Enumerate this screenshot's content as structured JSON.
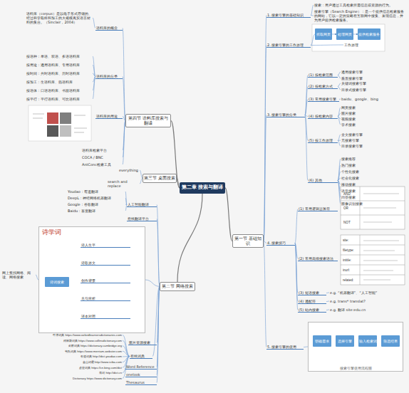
{
  "diagram": {
    "nodes": [
      {
        "text": [
          "第二章 搜索与翻译"
        ]
      },
      {
        "text": [
          "第一节 基础知识"
        ]
      },
      {
        "text": [
          "第二节 网络搜索"
        ]
      },
      {
        "text": [
          "第三节 桌面搜索"
        ]
      },
      {
        "text": [
          "第四节 语料库搜索与翻译"
        ]
      },
      {
        "text": [
          "1. 搜索引擎的基础知识"
        ]
      },
      {
        "text": [
          "搜索：用户通过工具检索所需信息或资源的行为。"
        ]
      },
      {
        "text": [
          "搜索引擎（Search Engine）：是一个提供信息检索服务的网站，它以一定的策略在互联网中搜集、发现信息，并为用户提供检索服务。"
        ]
      },
      {
        "text": [
          "2. 搜索引擎的工作原理"
        ]
      },
      {
        "text": [
          "抓取网页"
        ]
      },
      {
        "text": [
          "处理网页"
        ]
      },
      {
        "text": [
          "提供检索服务"
        ]
      },
      {
        "text": [
          "工作原理"
        ]
      },
      {
        "text": [
          "3. 搜索引擎的分类"
        ]
      },
      {
        "text": [
          "(1) 按检索范围"
        ]
      },
      {
        "text": [
          "通用搜索引擎"
        ]
      },
      {
        "text": [
          "垂直搜索引擎"
        ]
      },
      {
        "text": [
          "(2) 按检索方式"
        ]
      },
      {
        "text": [
          "关键词搜索引擎"
        ]
      },
      {
        "text": [
          "目录式搜索引擎"
        ]
      },
      {
        "text": [
          "(3) 常用搜索引擎"
        ]
      },
      {
        "text": [
          "baidu、google、bing"
        ]
      },
      {
        "text": [
          "(4) 按检索内容"
        ]
      },
      {
        "text": [
          "网页搜索"
        ]
      },
      {
        "text": [
          "图片搜索"
        ]
      },
      {
        "text": [
          "视频搜索"
        ]
      },
      {
        "text": [
          "学术搜索"
        ]
      },
      {
        "text": [
          "(5) 按工作原理"
        ]
      },
      {
        "text": [
          "全文搜索引擎"
        ]
      },
      {
        "text": [
          "元搜索引擎"
        ]
      },
      {
        "text": [
          "目录搜索引擎"
        ]
      },
      {
        "text": [
          "(6) 其他"
        ]
      },
      {
        "text": [
          "搜索推荐"
        ]
      },
      {
        "text": [
          "热门搜索"
        ]
      },
      {
        "text": [
          "个性化搜索"
        ]
      },
      {
        "text": [
          "社会化搜索"
        ]
      },
      {
        "text": [
          "移动搜索"
        ]
      },
      {
        "text": [
          "语音搜索"
        ]
      },
      {
        "text": [
          "问答搜索"
        ]
      },
      {
        "text": [
          "图像识别搜索"
        ]
      },
      {
        "text": [
          "4. 搜索技巧"
        ]
      },
      {
        "text": [
          "(1) 常用逻辑运算符"
        ]
      },
      {
        "text": [
          "(2) 常用高级搜索语法"
        ]
      },
      {
        "text": [
          "(3) 短语搜索"
        ]
      },
      {
        "text": [
          "e.g. “机器翻译”、“人工智能”"
        ]
      },
      {
        "text": [
          "(4) 通配符"
        ]
      },
      {
        "text": [
          "e.g. trans* translat?"
        ]
      },
      {
        "text": [
          "(5) 站内搜索"
        ]
      },
      {
        "text": [
          "e.g. 翻译 site:edu.cn"
        ]
      },
      {
        "text": [
          "5. 搜索引擎的使用"
        ]
      },
      {
        "text": [
          "搜索引擎使用流程图"
        ]
      },
      {
        "text": [
          "明确需求"
        ],
        "in": 50
      },
      {
        "text": [
          "选择引擎"
        ],
        "in": 50
      },
      {
        "text": [
          "输入检索词"
        ],
        "in": 50
      },
      {
        "text": [
          "筛选结果"
        ],
        "in": 50
      },
      {
        "text": [
          "语料库的概念"
        ]
      },
      {
        "text": [
          "语料库（corpus）是以电子形式存储的、经过科学取样和加工的大规模真实语言材料的集合。（Sinclair，2004）"
        ]
      },
      {
        "text": [
          "语料库的分类"
        ]
      },
      {
        "text": [
          "按语种：单语、双语、多语语料库"
        ]
      },
      {
        "text": [
          "按用途：通用语料库、专用语料库"
        ]
      },
      {
        "text": [
          "按时间：共时语料库、历时语料库"
        ]
      },
      {
        "text": [
          "按加工：生语料库、熟语料库"
        ]
      },
      {
        "text": [
          "按语体：口语语料库、书面语料库"
        ]
      },
      {
        "text": [
          "按平行：平行语料库、可比语料库"
        ]
      },
      {
        "text": [
          "语料库的用途"
        ]
      },
      {
        "text": [
          "语料库检索平台"
        ]
      },
      {
        "text": [
          "COCA / BNC"
        ]
      },
      {
        "text": [
          "AntConc检索工具"
        ]
      },
      {
        "text": [
          "everything"
        ]
      },
      {
        "text": [
          "search and replace"
        ]
      },
      {
        "text": [
          "人工智能翻译"
        ]
      },
      {
        "text": [
          "Youdao：有道翻译"
        ]
      },
      {
        "text": [
          "DeepL：神经网络机器翻译"
        ]
      },
      {
        "text": [
          "Google：谷歌翻译"
        ]
      },
      {
        "text": [
          "Baidu：百度翻译"
        ]
      },
      {
        "text": [
          "在线翻译平台"
        ]
      },
      {
        "text": [
          "诗学词"
        ]
      },
      {
        "text": [
          "诗词搜索"
        ],
        "in": 76
      },
      {
        "text": [
          "诗人生平"
        ],
        "in": 76
      },
      {
        "text": [
          "诗歌原文"
        ],
        "in": 76
      },
      {
        "text": [
          "创作背景"
        ],
        "in": 76
      },
      {
        "text": [
          "名句赏析"
        ],
        "in": 76
      },
      {
        "text": [
          "译本对照"
        ],
        "in": 76
      },
      {
        "text": [
          "网上查找网络、阅读、网络搜索"
        ]
      },
      {
        "text": [
          "图片资源搜索"
        ]
      },
      {
        "text": [
          "在线词典"
        ]
      },
      {
        "text": [
          "牛津词典 https://www.oxfordlearnersdictionaries.com"
        ]
      },
      {
        "text": [
          "柯林斯词典 https://www.collinsdictionary.com"
        ]
      },
      {
        "text": [
          "剑桥词典 https://dictionary.cambridge.org"
        ]
      },
      {
        "text": [
          "韦氏词典 https://www.merriam-webster.com"
        ]
      },
      {
        "text": [
          "有道词典 http://dict.youdao.com"
        ]
      },
      {
        "text": [
          "金山词霸 http://www.iciba.com"
        ]
      },
      {
        "text": [
          "必应词典 https://cn.bing.com/dict"
        ]
      },
      {
        "text": [
          "海词 http://dict.cn"
        ]
      },
      {
        "text": [
          "Dictionary https://www.dictionary.com"
        ]
      },
      {
        "text": [
          "Word Reference"
        ]
      },
      {
        "text": [
          "onelook"
        ]
      },
      {
        "text": [
          "Thesaurus"
        ]
      }
    ],
    "edges": [
      {
        "from": 0,
        "to": 1,
        "arrow": "none"
      },
      {
        "from": 0,
        "to": 2,
        "arrow": "none"
      },
      {
        "from": 0,
        "to": 3,
        "arrow": "none"
      },
      {
        "from": 0,
        "to": 4,
        "arrow": "none"
      },
      {
        "from": 1,
        "to": 5,
        "arrow": "none"
      },
      {
        "from": 1,
        "to": 8,
        "arrow": "none"
      },
      {
        "from": 1,
        "to": 13,
        "arrow": "none"
      },
      {
        "from": 1,
        "to": 40,
        "arrow": "none"
      },
      {
        "from": 1,
        "to": 49,
        "arrow": "none"
      },
      {
        "from": 5,
        "to": 6,
        "arrow": "none"
      },
      {
        "from": 5,
        "to": 7,
        "arrow": "none"
      },
      {
        "from": 8,
        "to": 9,
        "arrow": "none"
      },
      {
        "from": 9,
        "to": 10,
        "arrow": "to"
      },
      {
        "from": 10,
        "to": 11,
        "arrow": "to"
      },
      {
        "from": 8,
        "to": 12,
        "arrow": "none"
      },
      {
        "from": 13,
        "to": 14,
        "arrow": "none"
      },
      {
        "from": 14,
        "to": 15,
        "arrow": "none"
      },
      {
        "from": 14,
        "to": 16,
        "arrow": "none"
      },
      {
        "from": 13,
        "to": 17,
        "arrow": "none"
      },
      {
        "from": 17,
        "to": 18,
        "arrow": "none"
      },
      {
        "from": 17,
        "to": 19,
        "arrow": "none"
      },
      {
        "from": 13,
        "to": 20,
        "arrow": "none"
      },
      {
        "from": 20,
        "to": 21,
        "arrow": "none"
      },
      {
        "from": 13,
        "to": 22,
        "arrow": "none"
      },
      {
        "from": 22,
        "to": 23,
        "arrow": "none"
      },
      {
        "from": 22,
        "to": 24,
        "arrow": "none"
      },
      {
        "from": 22,
        "to": 25,
        "arrow": "none"
      },
      {
        "from": 22,
        "to": 26,
        "arrow": "none"
      },
      {
        "from": 13,
        "to": 27,
        "arrow": "none"
      },
      {
        "from": 27,
        "to": 28,
        "arrow": "none"
      },
      {
        "from": 27,
        "to": 29,
        "arrow": "none"
      },
      {
        "from": 27,
        "to": 30,
        "arrow": "none"
      },
      {
        "from": 13,
        "to": 31,
        "arrow": "none"
      },
      {
        "from": 31,
        "to": 32,
        "arrow": "none"
      },
      {
        "from": 31,
        "to": 33,
        "arrow": "none"
      },
      {
        "from": 31,
        "to": 34,
        "arrow": "none"
      },
      {
        "from": 31,
        "to": 35,
        "arrow": "none"
      },
      {
        "from": 31,
        "to": 36,
        "arrow": "none"
      },
      {
        "from": 31,
        "to": 37,
        "arrow": "none"
      },
      {
        "from": 31,
        "to": 38,
        "arrow": "none"
      },
      {
        "from": 31,
        "to": 39,
        "arrow": "none"
      },
      {
        "from": 40,
        "to": 41,
        "arrow": "none"
      },
      {
        "from": 40,
        "to": 42,
        "arrow": "none"
      },
      {
        "from": 40,
        "to": 43,
        "arrow": "none"
      },
      {
        "from": 43,
        "to": 44,
        "arrow": "none"
      },
      {
        "from": 40,
        "to": 45,
        "arrow": "none"
      },
      {
        "from": 45,
        "to": 46,
        "arrow": "none"
      },
      {
        "from": 40,
        "to": 47,
        "arrow": "none"
      },
      {
        "from": 47,
        "to": 48,
        "arrow": "none"
      },
      {
        "from": 49,
        "to": 50,
        "arrow": "none"
      },
      {
        "from": 51,
        "to": 52,
        "arrow": "to"
      },
      {
        "from": 52,
        "to": 53,
        "arrow": "to"
      },
      {
        "from": 53,
        "to": 54,
        "arrow": "to"
      },
      {
        "from": 4,
        "to": 55,
        "arrow": "none"
      },
      {
        "from": 55,
        "to": 56,
        "arrow": "none"
      },
      {
        "from": 4,
        "to": 57,
        "arrow": "none"
      },
      {
        "from": 57,
        "to": 58,
        "arrow": "none"
      },
      {
        "from": 57,
        "to": 59,
        "arrow": "none"
      },
      {
        "from": 57,
        "to": 60,
        "arrow": "none"
      },
      {
        "from": 57,
        "to": 61,
        "arrow": "none"
      },
      {
        "from": 57,
        "to": 62,
        "arrow": "none"
      },
      {
        "from": 57,
        "to": 63,
        "arrow": "none"
      },
      {
        "from": 4,
        "to": 64,
        "arrow": "none"
      },
      {
        "from": 4,
        "to": 65,
        "arrow": "none"
      },
      {
        "from": 4,
        "to": 66,
        "arrow": "none"
      },
      {
        "from": 4,
        "to": 67,
        "arrow": "none"
      },
      {
        "from": 3,
        "to": 68,
        "arrow": "none"
      },
      {
        "from": 3,
        "to": 69,
        "arrow": "none"
      },
      {
        "from": 2,
        "to": 70,
        "arrow": "none"
      },
      {
        "from": 70,
        "to": 71,
        "arrow": "none"
      },
      {
        "from": 70,
        "to": 72,
        "arrow": "none"
      },
      {
        "from": 70,
        "to": 73,
        "arrow": "none"
      },
      {
        "from": 70,
        "to": 74,
        "arrow": "none"
      },
      {
        "from": 2,
        "to": 75,
        "arrow": "none"
      },
      {
        "from": 2,
        "to": 76,
        "arrow": "none"
      },
      {
        "from": 77,
        "to": 78,
        "arrow": "none"
      },
      {
        "from": 77,
        "to": 79,
        "arrow": "none"
      },
      {
        "from": 77,
        "to": 80,
        "arrow": "none"
      },
      {
        "from": 77,
        "to": 81,
        "arrow": "none"
      },
      {
        "from": 77,
        "to": 82,
        "arrow": "none"
      },
      {
        "from": 76,
        "to": 83,
        "arrow": "none"
      },
      {
        "from": 2,
        "to": 84,
        "arrow": "none"
      },
      {
        "from": 2,
        "to": 85,
        "arrow": "none"
      },
      {
        "from": 85,
        "to": 86,
        "arrow": "none"
      },
      {
        "from": 85,
        "to": 87,
        "arrow": "none"
      },
      {
        "from": 85,
        "to": 88,
        "arrow": "none"
      },
      {
        "from": 85,
        "to": 89,
        "arrow": "none"
      },
      {
        "from": 85,
        "to": 90,
        "arrow": "none"
      },
      {
        "from": 85,
        "to": 91,
        "arrow": "none"
      },
      {
        "from": 85,
        "to": 92,
        "arrow": "none"
      },
      {
        "from": 85,
        "to": 93,
        "arrow": "none"
      },
      {
        "from": 85,
        "to": 94,
        "arrow": "none"
      },
      {
        "from": 2,
        "to": 95,
        "arrow": "none"
      },
      {
        "from": 2,
        "to": 96,
        "arrow": "none"
      },
      {
        "from": 2,
        "to": 97,
        "arrow": "none"
      }
    ],
    "labels": [
      "AND",
      "OR",
      "NOT",
      "site:",
      "filetype:",
      "intitle:",
      "inurl:",
      "related:"
    ]
  }
}
